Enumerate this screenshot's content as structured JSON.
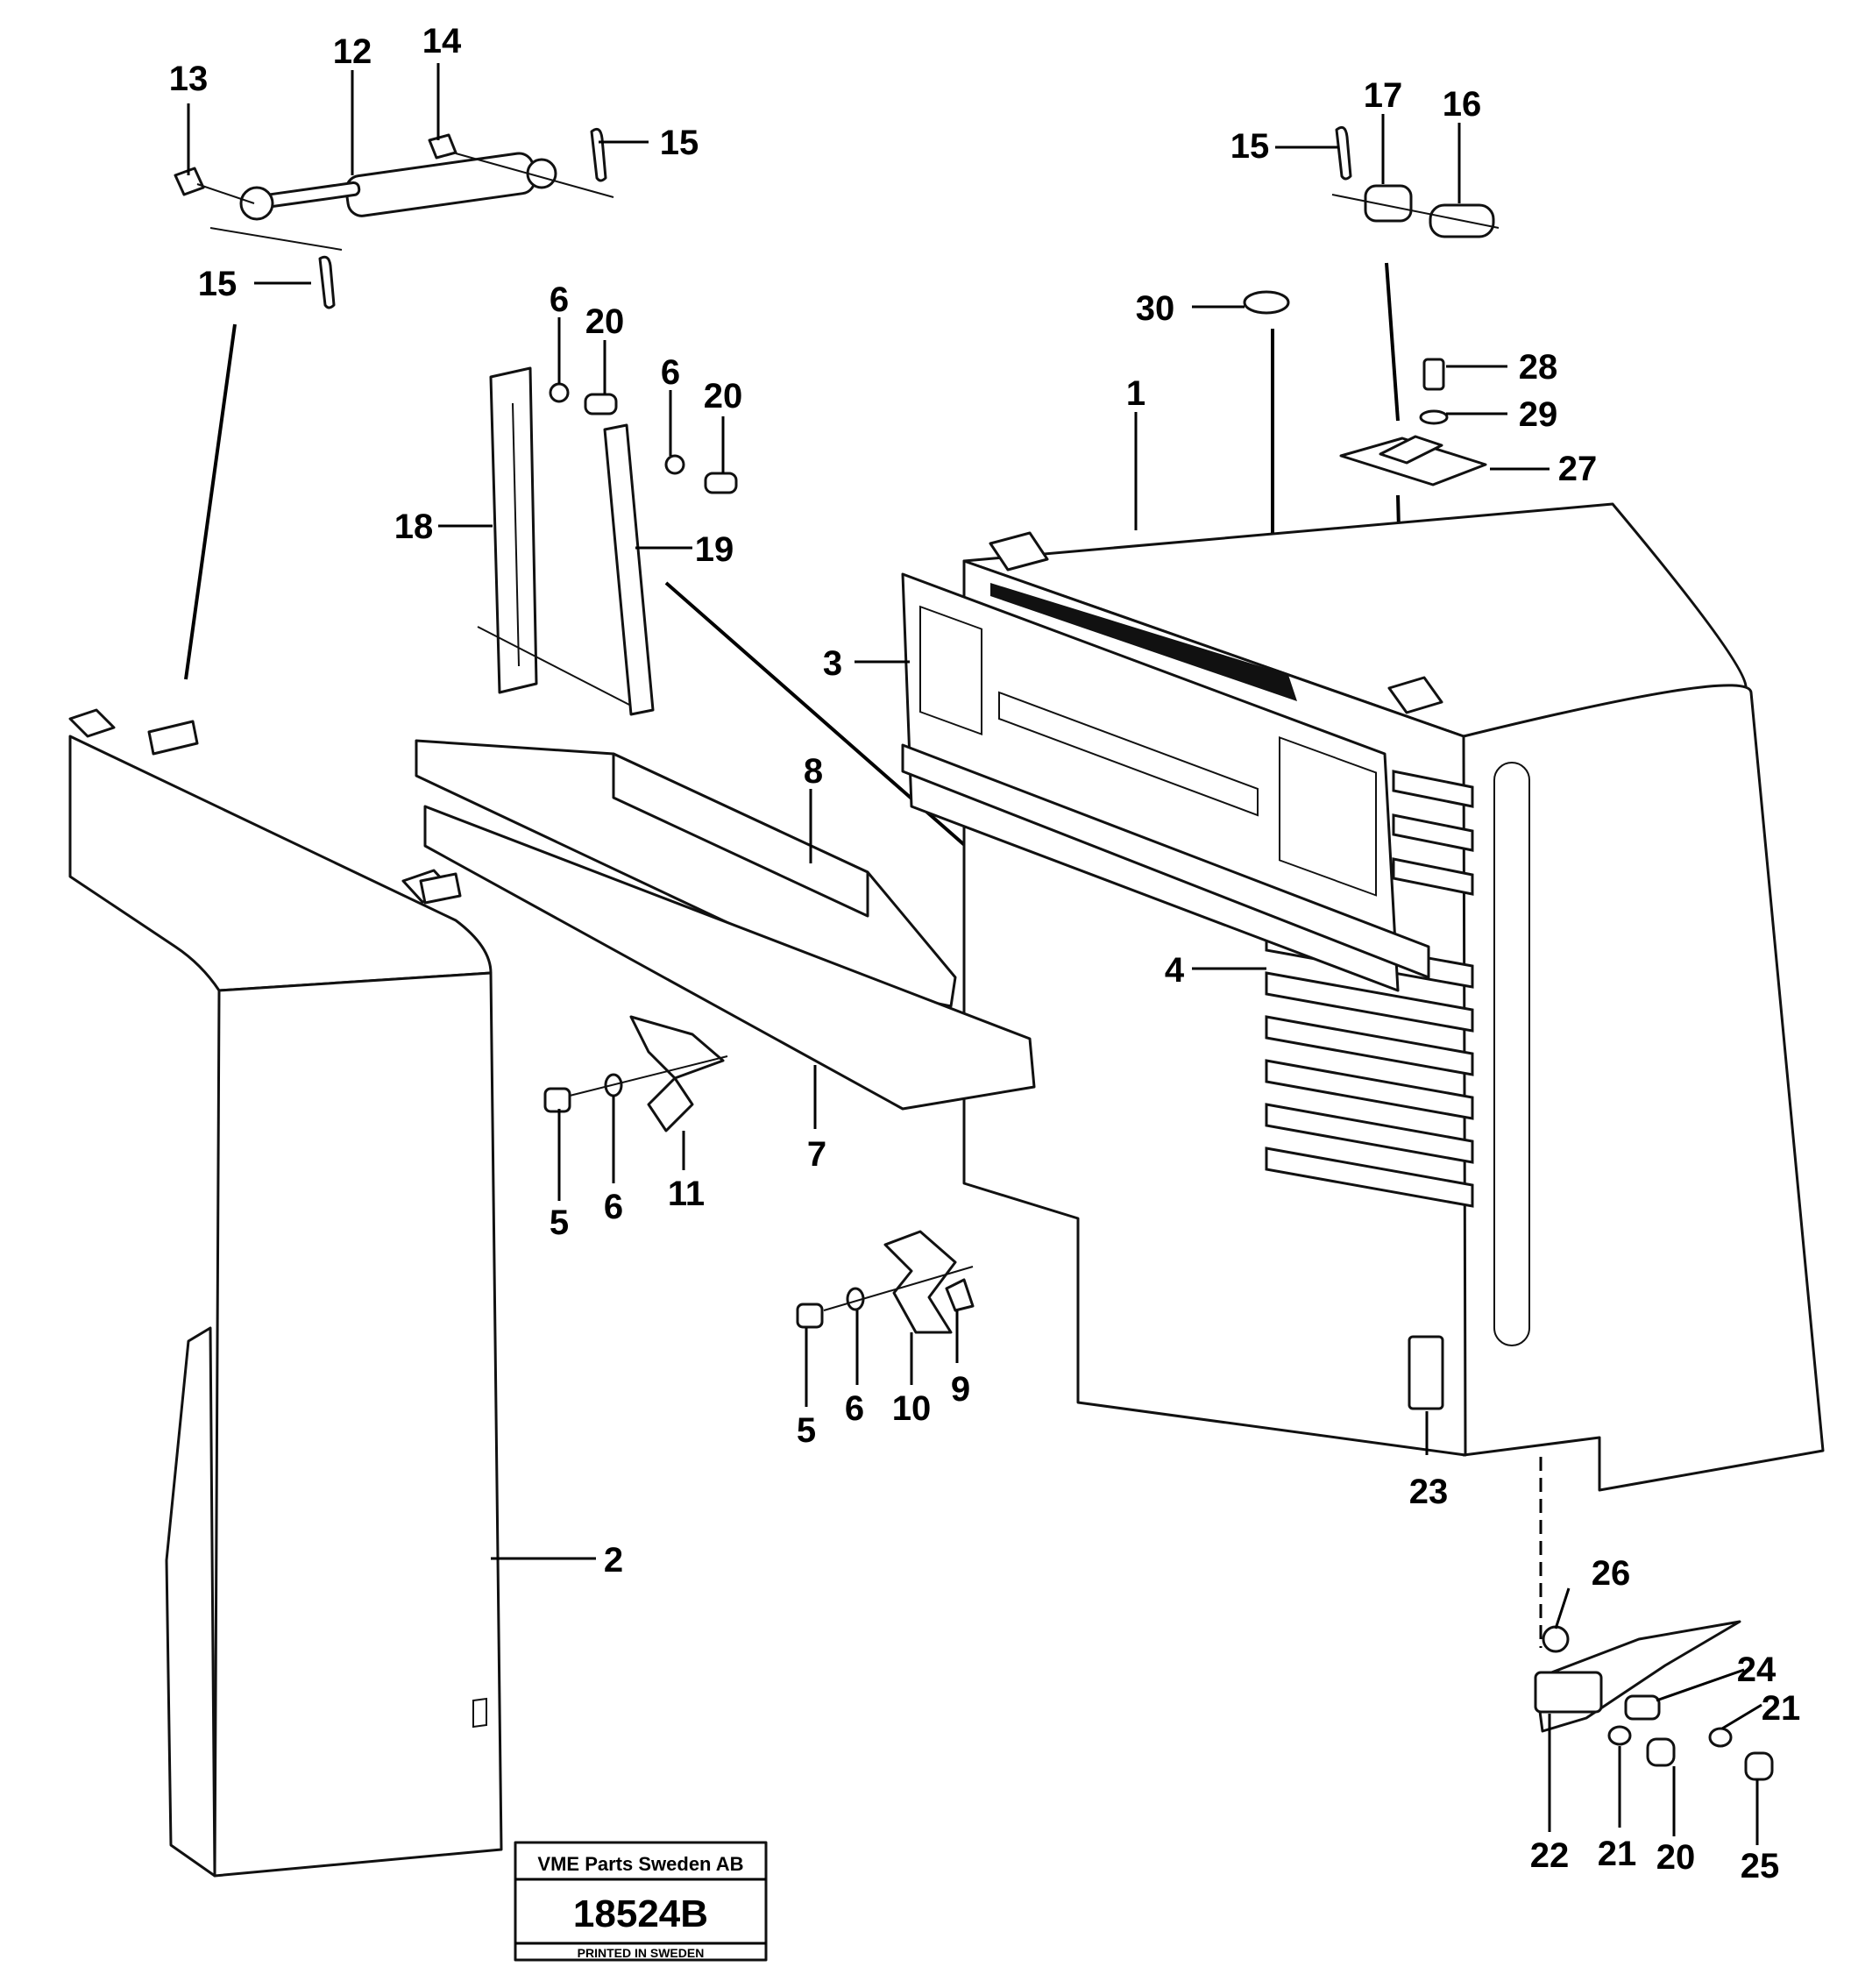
{
  "diagram": {
    "callouts": [
      {
        "id": "c13",
        "text": "13"
      },
      {
        "id": "c12",
        "text": "12"
      },
      {
        "id": "c14",
        "text": "14"
      },
      {
        "id": "c15a",
        "text": "15"
      },
      {
        "id": "c15b",
        "text": "15"
      },
      {
        "id": "c15c",
        "text": "15"
      },
      {
        "id": "c17",
        "text": "17"
      },
      {
        "id": "c16",
        "text": "16"
      },
      {
        "id": "c30",
        "text": "30"
      },
      {
        "id": "c28",
        "text": "28"
      },
      {
        "id": "c29",
        "text": "29"
      },
      {
        "id": "c27",
        "text": "27"
      },
      {
        "id": "c1",
        "text": "1"
      },
      {
        "id": "c6a",
        "text": "6"
      },
      {
        "id": "c20a",
        "text": "20"
      },
      {
        "id": "c6b",
        "text": "6"
      },
      {
        "id": "c20b",
        "text": "20"
      },
      {
        "id": "c18",
        "text": "18"
      },
      {
        "id": "c19",
        "text": "19"
      },
      {
        "id": "c3",
        "text": "3"
      },
      {
        "id": "c8",
        "text": "8"
      },
      {
        "id": "c4",
        "text": "4"
      },
      {
        "id": "c7",
        "text": "7"
      },
      {
        "id": "c5a",
        "text": "5"
      },
      {
        "id": "c6c",
        "text": "6"
      },
      {
        "id": "c11",
        "text": "11"
      },
      {
        "id": "c5b",
        "text": "5"
      },
      {
        "id": "c6d",
        "text": "6"
      },
      {
        "id": "c10",
        "text": "10"
      },
      {
        "id": "c9",
        "text": "9"
      },
      {
        "id": "c23",
        "text": "23"
      },
      {
        "id": "c2",
        "text": "2"
      },
      {
        "id": "c26",
        "text": "26"
      },
      {
        "id": "c24",
        "text": "24"
      },
      {
        "id": "c21a",
        "text": "21"
      },
      {
        "id": "c22",
        "text": "22"
      },
      {
        "id": "c21b",
        "text": "21"
      },
      {
        "id": "c20c",
        "text": "20"
      },
      {
        "id": "c25",
        "text": "25"
      }
    ]
  },
  "stamp": {
    "company": "VME Parts Sweden AB",
    "number": "18524B",
    "footer": "PRINTED IN SWEDEN"
  }
}
